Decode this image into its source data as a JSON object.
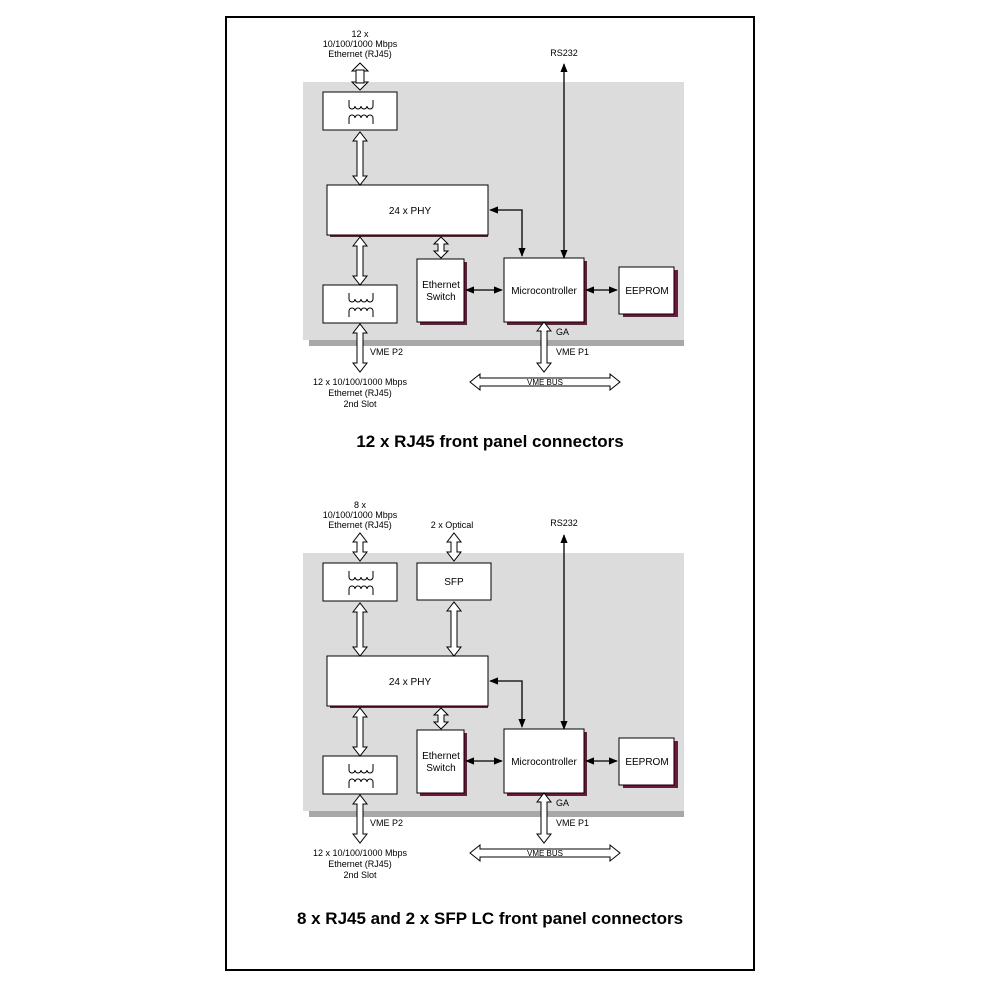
{
  "diagrams": [
    {
      "caption": "12 x RJ45 front panel connectors",
      "top_connector_label": [
        "12 x",
        "10/100/1000 Mbps",
        "Ethernet (RJ45)"
      ],
      "bottom_connector_label": [
        "12 x 10/100/1000 Mbps",
        "Ethernet (RJ45)",
        "2nd Slot"
      ],
      "phy": "24 x PHY",
      "switch": [
        "Ethernet",
        "Switch"
      ],
      "micro": "Microcontroller",
      "eeprom": "EEPROM",
      "rs232": "RS232",
      "ga": "GA",
      "vme_p1": "VME P1",
      "vme_p2": "VME P2",
      "vme_bus": "VME BUS"
    },
    {
      "caption": "8 x RJ45 and 2 x SFP LC front panel connectors",
      "top_connector_label": [
        "8 x",
        "10/100/1000 Mbps",
        "Ethernet (RJ45)"
      ],
      "optical_label": "2 x Optical",
      "sfp": "SFP",
      "bottom_connector_label": [
        "12 x 10/100/1000 Mbps",
        "Ethernet (RJ45)",
        "2nd Slot"
      ],
      "phy": "24 x PHY",
      "switch": [
        "Ethernet",
        "Switch"
      ],
      "micro": "Microcontroller",
      "eeprom": "EEPROM",
      "rs232": "RS232",
      "ga": "GA",
      "vme_p1": "VME P1",
      "vme_p2": "VME P2",
      "vme_bus": "VME BUS"
    }
  ],
  "colors": {
    "board": "#dcdcdc",
    "board_shadow": "#a8a8a8",
    "box_shadow": "#6b1a3c",
    "line": "#000000"
  }
}
